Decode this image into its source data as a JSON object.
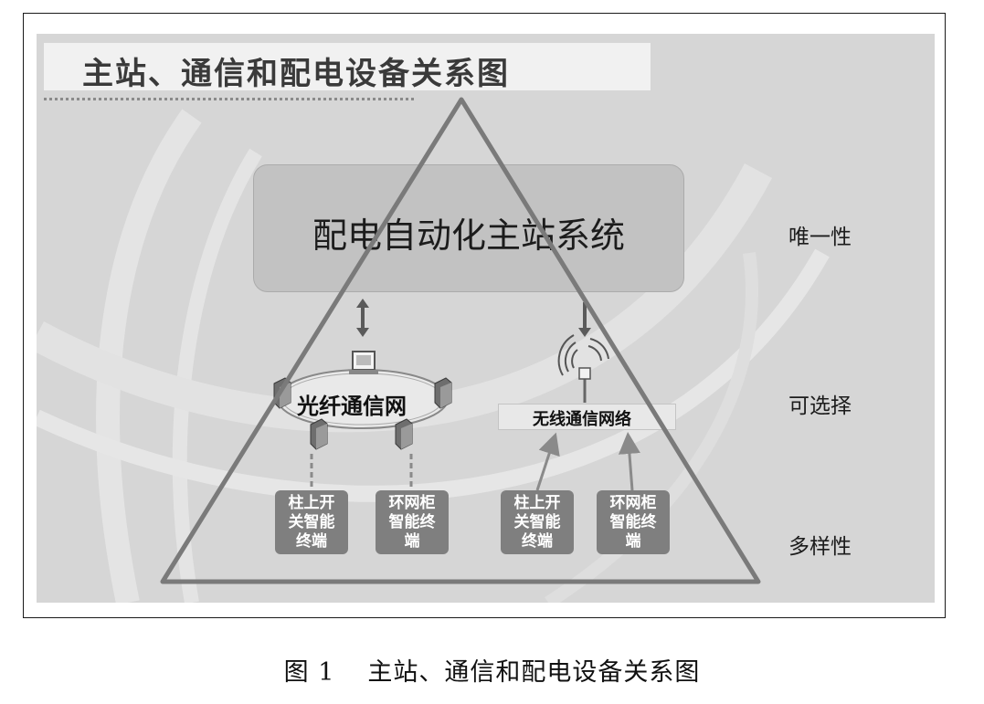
{
  "title": "主站、通信和配电设备关系图",
  "master_station": "配电自动化主站系统",
  "side_labels": {
    "top": "唯一性",
    "middle": "可选择",
    "bottom": "多样性"
  },
  "networks": {
    "fiber": "光纤通信网",
    "wireless": "无线通信网络"
  },
  "devices": {
    "fiber_pole": [
      "柱上开",
      "关智能",
      "终端"
    ],
    "fiber_ring": [
      "环网柜",
      "智能终",
      "端"
    ],
    "wireless_pole": [
      "柱上开",
      "关智能",
      "终端"
    ],
    "wireless_ring": [
      "环网柜",
      "智能终",
      "端"
    ]
  },
  "caption": {
    "number": "图 1",
    "text": "主站、通信和配电设备关系图"
  },
  "colors": {
    "slide_bg": "#d6d6d6",
    "triangle": "#7a7a7a",
    "device": "#7f7f7f",
    "master_box": "#c2c2c2"
  },
  "icons": [
    "server-icon",
    "computer-icon",
    "antenna-icon",
    "arrow-icon"
  ]
}
